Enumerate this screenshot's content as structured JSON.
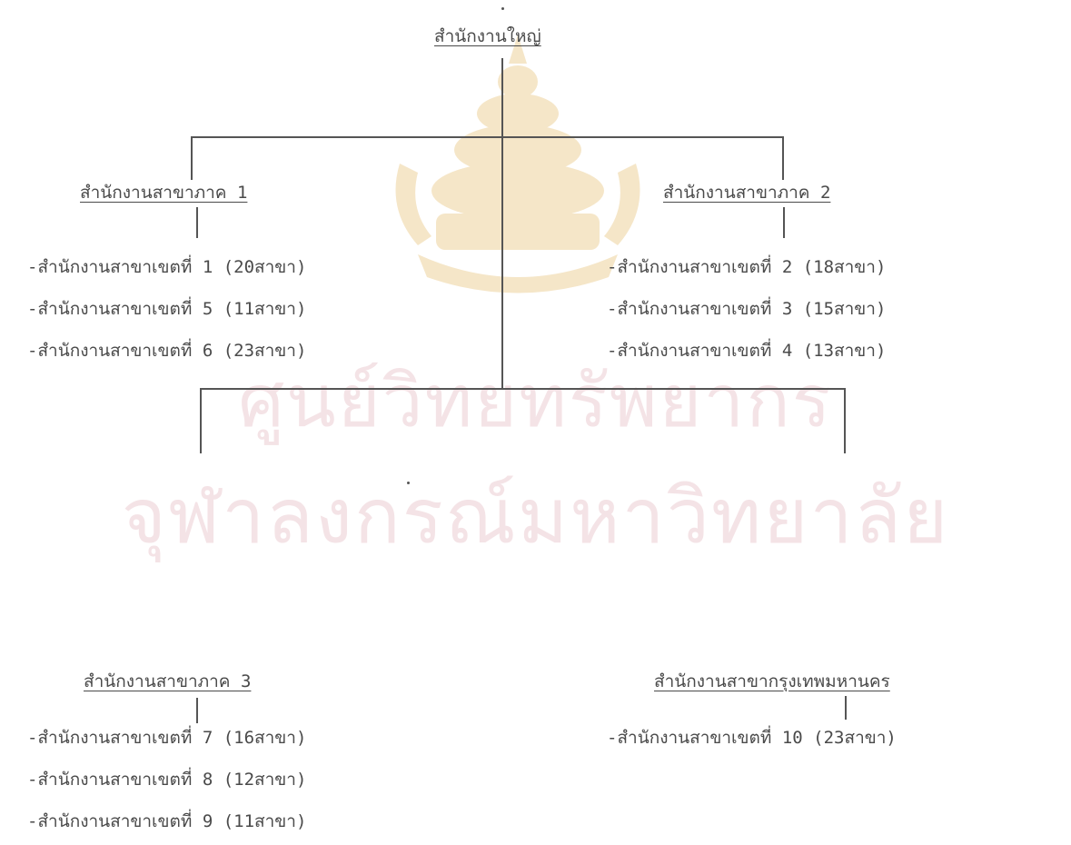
{
  "head_office": "สำนักงานใหญ่",
  "regions": [
    {
      "title": "สำนักงานสาขาภาค 1",
      "branches": [
        "-สำนักงานสาขาเขตที่ 1 (20สาขา)",
        "-สำนักงานสาขาเขตที่ 5 (11สาขา)",
        "-สำนักงานสาขาเขตที่ 6 (23สาขา)"
      ]
    },
    {
      "title": "สำนักงานสาขาภาค 2",
      "branches": [
        "-สำนักงานสาขาเขตที่ 2 (18สาขา)",
        "-สำนักงานสาขาเขตที่ 3 (15สาขา)",
        "-สำนักงานสาขาเขตที่ 4 (13สาขา)"
      ]
    },
    {
      "title": "สำนักงานสาขาภาค 3",
      "branches": [
        "-สำนักงานสาขาเขตที่ 7 (16สาขา)",
        "-สำนักงานสาขาเขตที่ 8 (12สาขา)",
        "-สำนักงานสาขาเขตที่ 9 (11สาขา)"
      ]
    },
    {
      "title": "สำนักงานสาขากรุงเทพมหานคร",
      "branches": [
        "-สำนักงานสาขาเขตที่ 10 (23สาขา)"
      ]
    }
  ],
  "watermark": {
    "line1": "ศูนย์วิทยทรัพยากร",
    "line2": "จุฬาลงกรณ์มหาวิทยาลัย",
    "color": "#f4e3e6",
    "emblem_color": "#f5e6c8"
  }
}
